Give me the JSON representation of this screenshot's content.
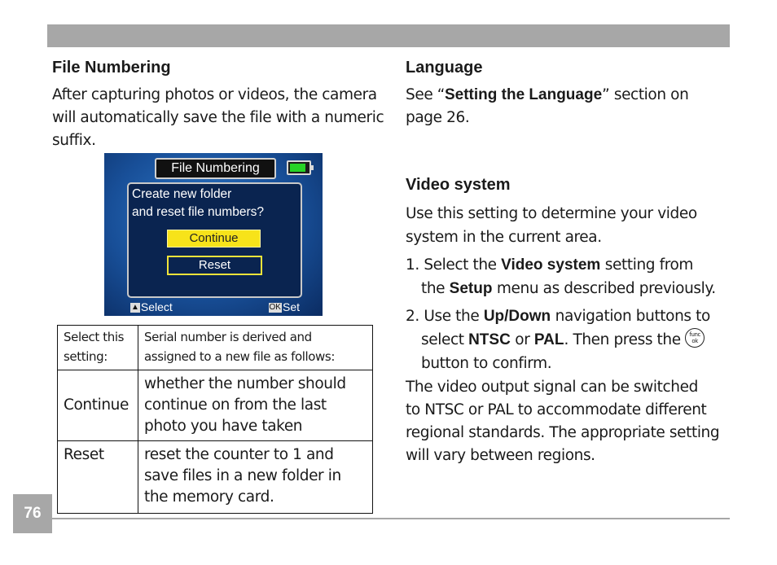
{
  "left": {
    "heading": "File Numbering",
    "intro_lines": [
      "After capturing photos or videos, the camera",
      "will automatically save the file with a numeric",
      "suffix."
    ],
    "camera_screen": {
      "title": "File Numbering",
      "question_lines": [
        "Create new folder",
        "and reset file numbers?"
      ],
      "option_continue": "Continue",
      "option_reset": "Reset",
      "footer_select_key": "▲",
      "footer_select": "Select",
      "footer_set_key": "OK",
      "footer_set": "Set"
    },
    "table": {
      "header_left": "Select this setting:",
      "header_right": "Serial number is derived and assigned to a new file as follows:",
      "rows": [
        {
          "option": "Continue",
          "description": "whether the number should continue on from the last photo you have taken"
        },
        {
          "option": "Reset",
          "description": "reset the counter to 1 and save files in a new folder in the memory card."
        }
      ]
    }
  },
  "right": {
    "language": {
      "heading": "Language",
      "text_pre": "See “",
      "text_bold": "Setting the Language",
      "text_post_line1": "” section on",
      "text_line2": "page 26."
    },
    "video_system": {
      "heading": "Video system",
      "intro_lines": [
        "Use this setting to determine your video",
        "system in the current area."
      ],
      "step1": {
        "num": "1.",
        "l1_pre": "Select the ",
        "l1_bold": "Video system",
        "l1_post": " setting from",
        "l2_pre": "the ",
        "l2_bold": "Setup",
        "l2_post": " menu as described previously."
      },
      "step2": {
        "num": "2.",
        "l1_pre": "Use the ",
        "l1_bold": "Up/Down",
        "l1_post": " navigation buttons to",
        "l2_pre": "select ",
        "l2_bold1": "NTSC",
        "l2_mid": " or ",
        "l2_bold2": "PAL",
        "l2_post": ". Then press the ",
        "func_top": "func",
        "func_bottom": "ok",
        "l3": "button to confirm."
      },
      "closing_lines": [
        "The video output signal can be switched",
        "to NTSC or PAL to accommodate different",
        "regional standards. The appropriate setting",
        "will vary between regions."
      ]
    }
  },
  "page_number": "76"
}
